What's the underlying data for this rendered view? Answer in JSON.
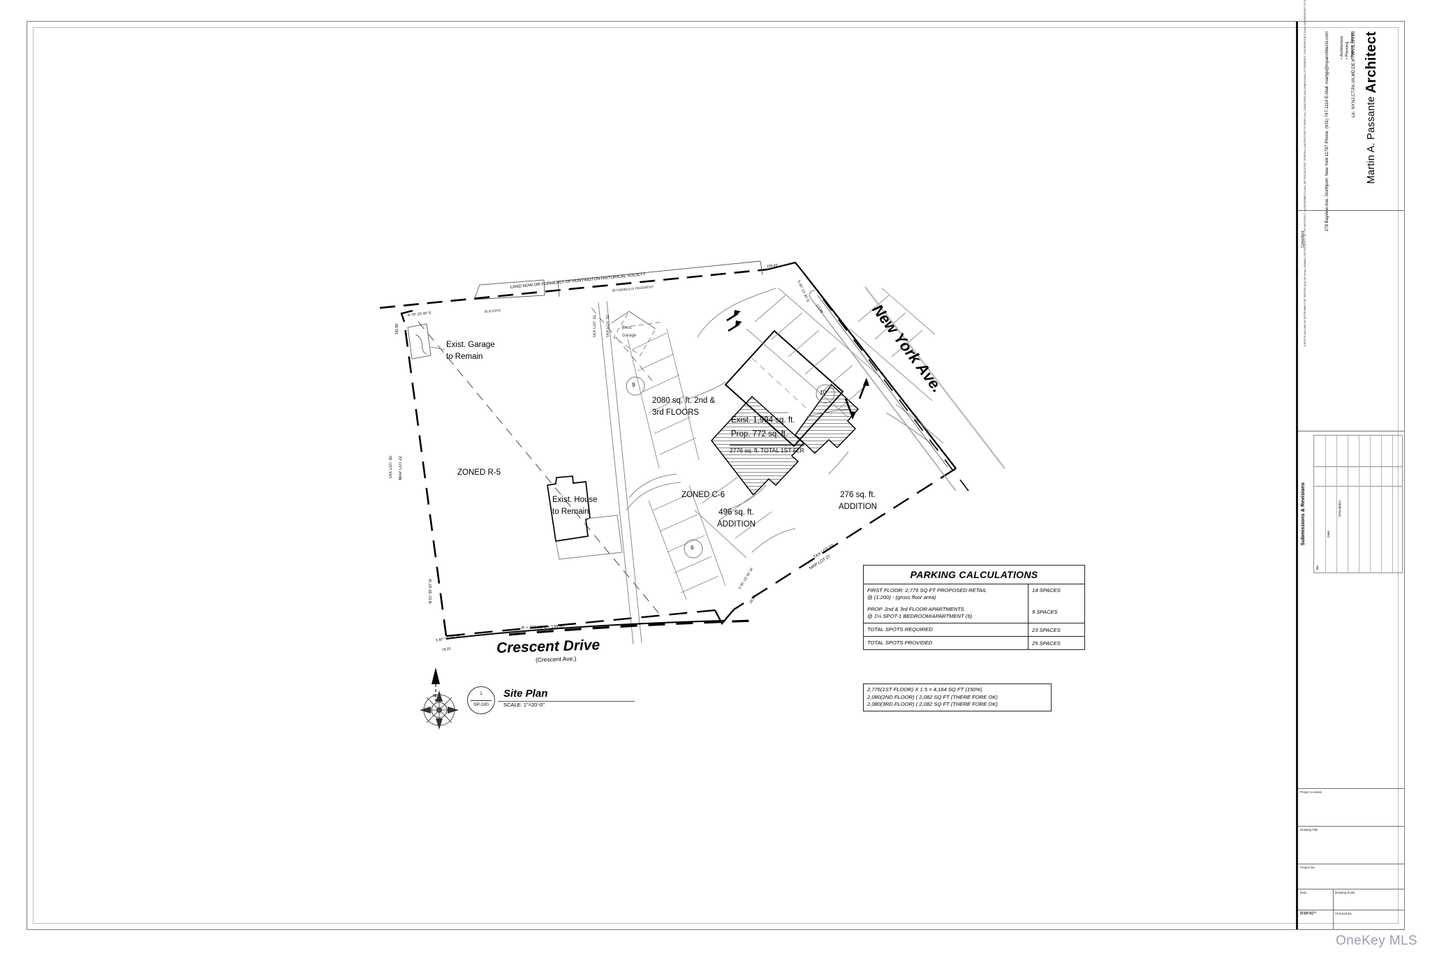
{
  "firm": {
    "name_line1": "Martin A. Passante",
    "name_line2": "Architect",
    "license": "Lic. NY,NJ,CT,PA,VA,MD,DE,KT,WV,IL,NV,IN",
    "services": [
      "Architecture",
      "Planning",
      "Interior Design"
    ],
    "address": "178 Bayview Ave. Northport, New York 11787",
    "phone": "Phone: (631) 747-1114",
    "email": "E-Mail: martyp@mpanchitects.com"
  },
  "disclaimer": "THESE PLANS ARE AN INSTRUMENT OF SERVICE AND OR SHALL REMAIN THE PROPERTY OF THE ARCHITECT. INFRINGEMENTS WILL BE PROSECUTED. GENERAL CONTRACTOR TO VERIFY ALL CONDITIONS AND DIMENSIONS AT PREMISES. DISCREPANCIES SHALL BE REPORTED TO THE ARCHITECT PRIOR TO THE COMMENCEMENT OF ANY WORK.",
  "titleblock": {
    "consultant": "Consultant",
    "revisions_heading": "Submissions & Revisions",
    "rev_columns": [
      "No.",
      "Date",
      "Description"
    ],
    "fields": [
      "Project Location",
      "Drawing Title",
      "Project No.",
      "Date",
      "Drawing Scale",
      "Drawn By",
      "Checked By",
      "Drawing No."
    ]
  },
  "plan_caption": {
    "bubble_number": "1",
    "bubble_sheet": "SP-100",
    "title": "Site Plan",
    "scale": "SCALE:  1\"=20'-0\""
  },
  "site_labels": {
    "historical_society": "LAND NOW OR FORMERLY OF HUNTINGTON HISTORICAL SOCIETY",
    "bituminous": "BITUMINOUS PAVEMENT",
    "building": "BUILDING",
    "tax_lot_31": "TAX LOT 31",
    "tax_lot_32": "TAX LOT 32",
    "exist_garage_small": "Exist.\nGarage",
    "exist_garage_remain_l1": "Exist. Garage",
    "exist_garage_remain_l2": "to Remain",
    "exist_house_l1": "Exist. House",
    "exist_house_l2": "to Remain",
    "zoned_r5": "ZONED R-5",
    "zoned_c6": "ZONED C-6",
    "tax_lot_30": "TAX LOT 30",
    "map_lot_22": "MAP LOT 22",
    "tax_lot_33": "TAX LOT 33",
    "map_lot_27": "MAP LOT 27",
    "floors_2080_l1": "2080 sq. ft. 2nd &",
    "floors_2080_l2": "3rd FLOORS",
    "exist_1994": "Exist. 1,994 sq. ft.",
    "prop_772": "Prop.    772 sq. ft.",
    "total_2776": "2776 sq. ft. TOTAL 1ST FLR",
    "add_496_l1": "496 sq. ft.",
    "add_496_l2": "ADDITION",
    "add_276_l1": "276 sq. ft.",
    "add_276_l2": "ADDITION",
    "new_york_ave": "New York Ave.",
    "crescent_drive": "Crescent    Drive",
    "crescent_alt": "(Crescent Ave.)",
    "north_label": "N"
  },
  "bearings": {
    "north_line": "N 79° 20' 40\" E",
    "west_line_len": "142.98'",
    "west_line": "N 01° 59' 00\" W",
    "south_short": "S 82° 01' 00\" W",
    "south_short_len": "16.25'",
    "curve": "R = 285.05'  L = 139.20'",
    "ne_line": "S 45° 13' 30\" E",
    "ne_len": "108.93'",
    "ave_len": "113.96'",
    "se_line": "S 46° 13' 45\" W",
    "se_len": "28.27'",
    "nya_frontage": "NEW YORK AVE."
  },
  "parking_spot_bubbles": [
    "9",
    "10",
    "6"
  ],
  "chart_data": {
    "type": "table",
    "title": "PARKING CALCULATIONS",
    "columns": [
      "Description",
      "Spaces"
    ],
    "rows": [
      {
        "desc_lines": [
          "FIRST FLOOR: 2,776 SQ FT PROPOSED RETAIL",
          "@ (1:200) -   (gross floor area)",
          "",
          "PROP. 2nd & 3rd FLOOR APARTMENTS",
          "@ 1½ SPOT-1 BEDROOM/APARTMENT  (6)"
        ],
        "counts": [
          "14 SPACES",
          "9 SPACES"
        ]
      }
    ],
    "summary": [
      {
        "label": "TOTAL SPOTS REQUIRED",
        "value": "23 SPACES"
      },
      {
        "label": "TOTAL SPOTS PROVIDED",
        "value": "25 SPACES"
      }
    ],
    "notes": [
      "2,776(1ST FLOOR)  X 1.5  = 4,164 SQ FT (150%)",
      "2,080(2ND FLOOR) ( 2,082 SQ FT (THERE FORE OK)",
      "2,080(3RD FLOOR) ( 2,082 SQ FT (THERE FORE OK)"
    ]
  },
  "watermark": "OneKey MLS",
  "colors": {
    "ink": "#000000",
    "rule": "#6f6f6f",
    "light": "#9a9a9a",
    "watermark": "#9a9fb0"
  }
}
